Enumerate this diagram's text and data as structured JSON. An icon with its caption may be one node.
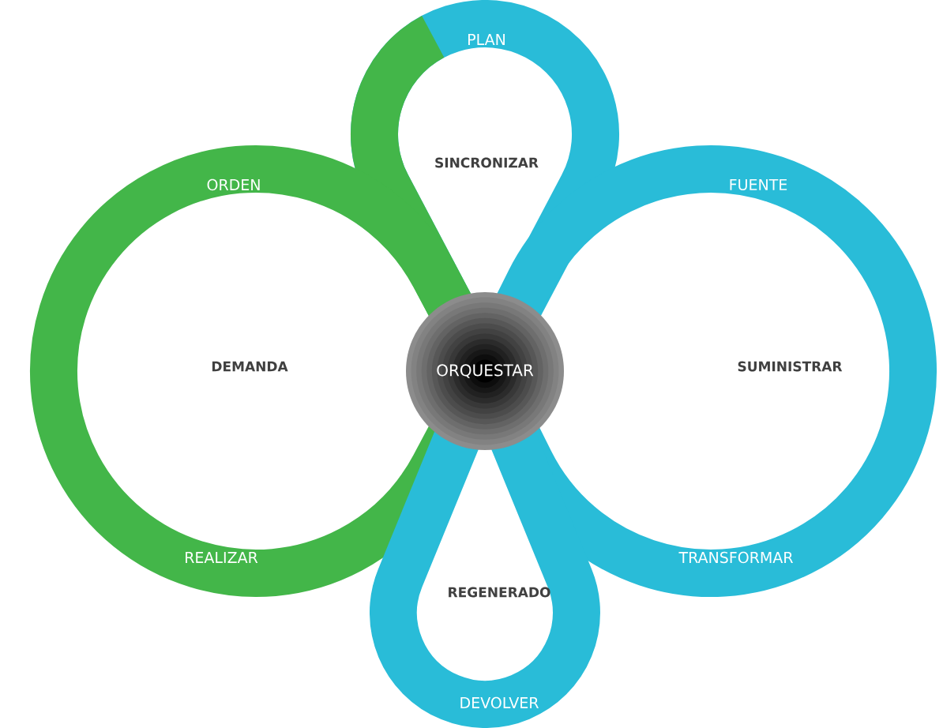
{
  "diagram": {
    "nodes": [
      {
        "text": [
          "PLAN",
          "SINCRONIZAR"
        ]
      },
      {
        "text": [
          "ORDEN",
          "DEMANDA",
          "REALIZAR"
        ]
      },
      {
        "text": [
          "ORQUESTAR"
        ]
      },
      {
        "text": [
          "FUENTE",
          "SUMINISTRAR",
          "TRANSFORMAR"
        ]
      },
      {
        "text": [
          "REGENERADO",
          "DEVOLVER"
        ]
      }
    ]
  }
}
